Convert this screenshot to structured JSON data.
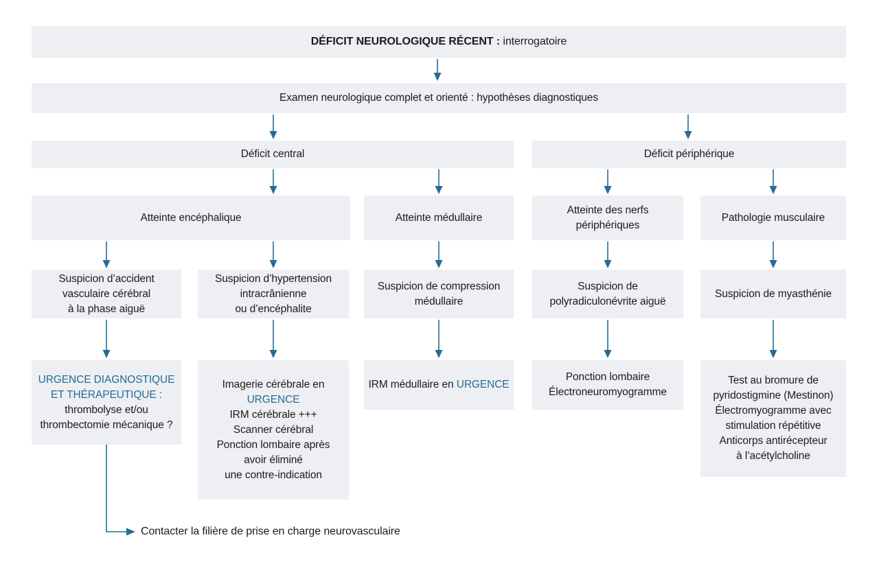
{
  "colors": {
    "accent": "#266b93",
    "box_bg": "#edeff3",
    "text": "#1b1b1b"
  },
  "nodes": {
    "root": {
      "bold": "DÉFICIT NEUROLOGIQUE RÉCENT :",
      "rest": "interrogatoire"
    },
    "exam": {
      "text": "Examen neurologique complet et orienté : hypothèses diagnostiques"
    },
    "central": {
      "text": "Déficit central"
    },
    "peripheral": {
      "text": "Déficit périphérique"
    },
    "encephalic": {
      "text": "Atteinte encéphalique"
    },
    "medullary": {
      "text": "Atteinte médullaire"
    },
    "nerves": {
      "lines": [
        "Atteinte des nerfs",
        "périphériques"
      ]
    },
    "muscular": {
      "text": "Pathologie musculaire"
    },
    "avc": {
      "lines": [
        "Suspicion d’accident",
        "vasculaire cérébral",
        "à la phase aiguë"
      ]
    },
    "htic": {
      "lines": [
        "Suspicion d’hypertension",
        "intracrânienne",
        "ou d’encéphalite"
      ]
    },
    "compression": {
      "lines": [
        "Suspicion de compression",
        "médullaire"
      ]
    },
    "polyradic": {
      "lines": [
        "Suspicion de",
        "polyradiculonévrite aiguë"
      ]
    },
    "myasthenia": {
      "text": "Suspicion de myasthénie"
    },
    "avc_action": {
      "highlight": [
        "URGENCE DIAGNOSTIQUE",
        "ET THÉRAPEUTIQUE :"
      ],
      "lines": [
        "thrombolyse et/ou",
        "thrombectomie mécanique ?"
      ]
    },
    "htic_action": {
      "line1": "Imagerie cérébrale en",
      "highlight": "URGENCE",
      "lines": [
        "IRM cérébrale +++",
        "Scanner cérébral",
        "Ponction lombaire après",
        "avoir éliminé",
        "une contre-indication"
      ]
    },
    "medullary_action": {
      "prefix": "IRM médullaire en",
      "highlight": "URGENCE"
    },
    "nerves_action": {
      "lines": [
        "Ponction lombaire",
        "Électroneuromyogramme"
      ]
    },
    "muscular_action": {
      "lines": [
        "Test au bromure de",
        "pyridostigmine (Mestinon)",
        "Électromyogramme avec",
        "stimulation répétitive",
        "Anticorps antirécepteur",
        "à l’acétylcholine"
      ]
    },
    "contact": {
      "text": "Contacter la filière de prise en charge neurovasculaire"
    }
  }
}
